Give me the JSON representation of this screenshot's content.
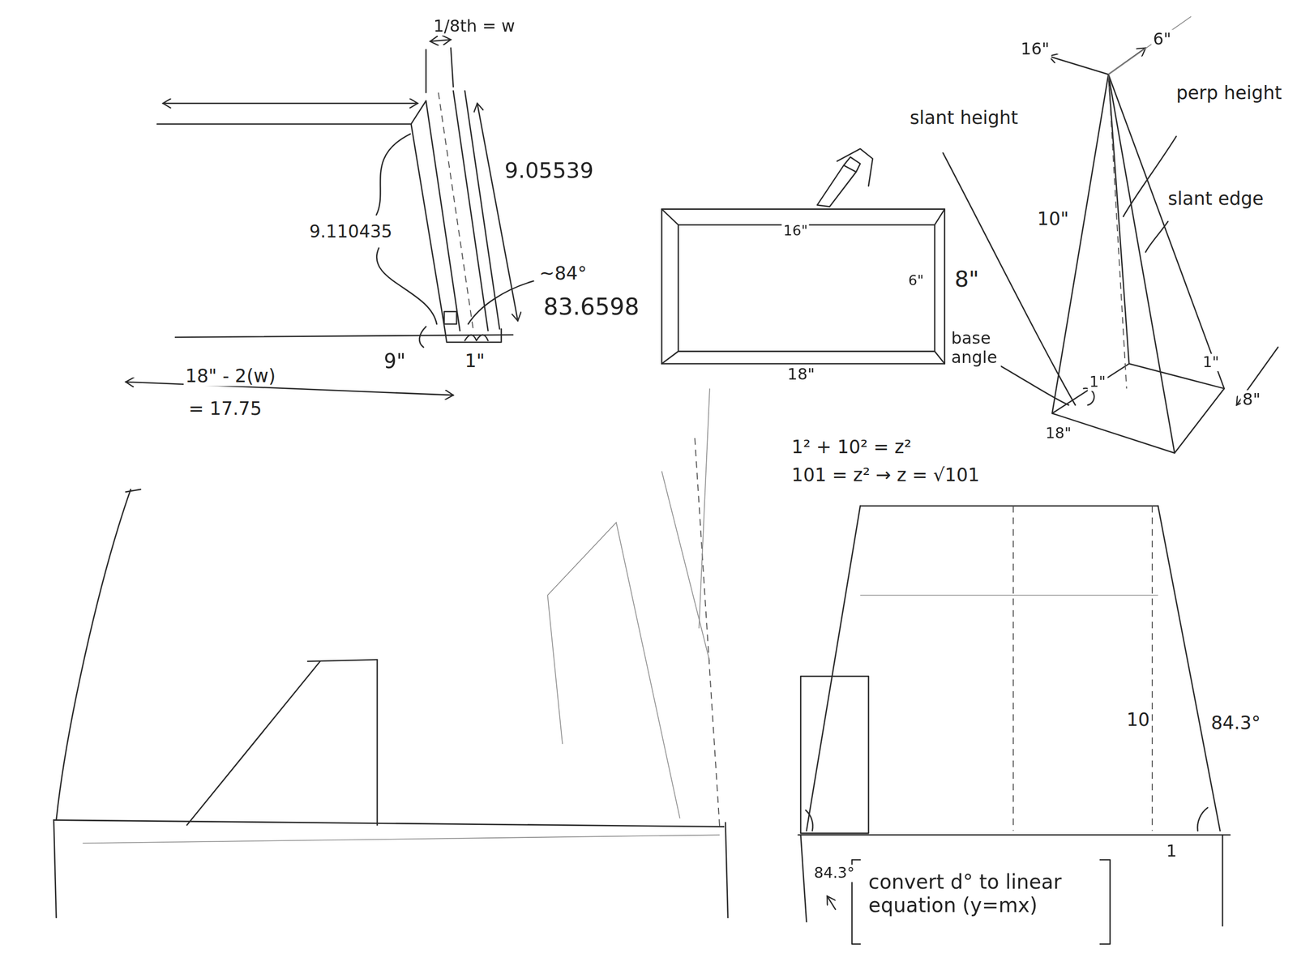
{
  "diagram": {
    "labels": [
      "1/8th = w",
      "9.05539",
      "9.110435",
      "~84°",
      "83.6598",
      "9\"",
      "1\"",
      "18\" - 2(w)",
      "= 17.75",
      "16\"",
      "6\"",
      "8\"",
      "18\"",
      "16\"",
      "6\"",
      "slant height",
      "perp height",
      "slant edge",
      "10\"",
      "base angle",
      "1\"",
      "1\"",
      "18\"",
      "8\"",
      "1² + 10² = z²",
      "101 = z² → z = √101",
      "10",
      "84.3°",
      "1",
      "84.3°",
      "convert d° to linear equation (y=mx)"
    ]
  }
}
